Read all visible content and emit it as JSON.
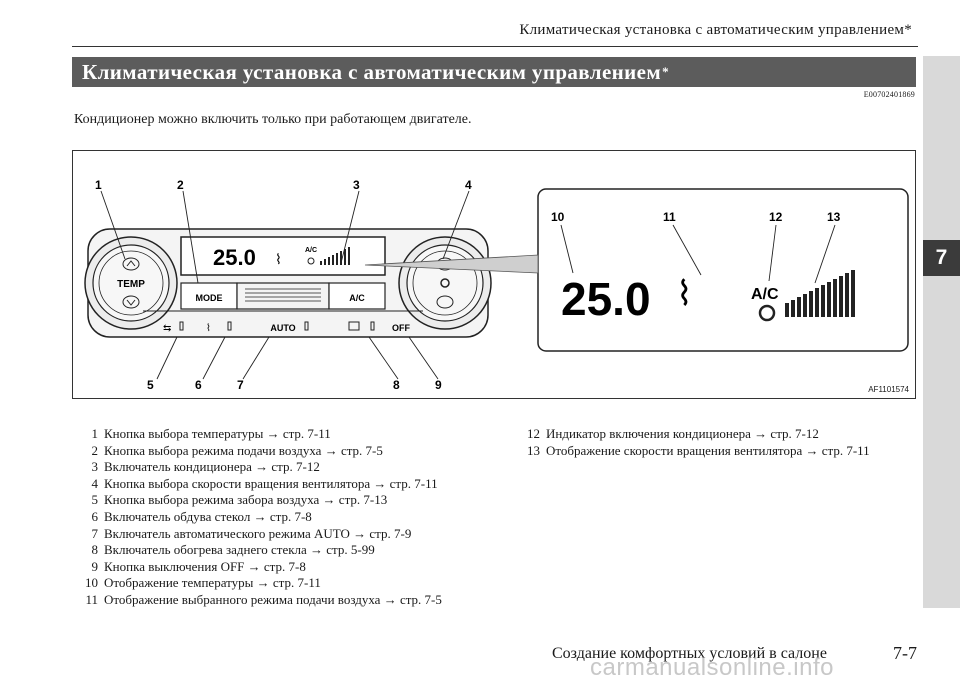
{
  "header": {
    "running_title": "Климатическая установка с автоматическим управлением*",
    "chapter": "7"
  },
  "section": {
    "title": "Климатическая установка с автоматическим управлением",
    "asterisk": "*",
    "code": "E00702401869",
    "intro": "Кондиционер можно включить только при работающем двигателе."
  },
  "figure": {
    "code": "AF1101574",
    "callouts": [
      "1",
      "2",
      "3",
      "4",
      "5",
      "6",
      "7",
      "8",
      "9",
      "10",
      "11",
      "12",
      "13"
    ],
    "panel": {
      "display_temp": "25.0",
      "ac_indicator": "A/C",
      "temp_button": "TEMP",
      "mode_button": "MODE",
      "ac_button": "A/C",
      "auto_button": "AUTO",
      "off_button": "OFF"
    },
    "zoom": {
      "display_temp": "25.0",
      "ac_indicator": "A/C"
    }
  },
  "legend": {
    "left": [
      {
        "num": "1",
        "text": "Кнопка выбора температуры → стр. 7-11"
      },
      {
        "num": "2",
        "text": "Кнопка выбора режима подачи воздуха → стр. 7-5"
      },
      {
        "num": "3",
        "text": "Включатель кондиционера → стр. 7-12"
      },
      {
        "num": "4",
        "text": "Кнопка выбора скорости вращения вентилятора → стр. 7-11"
      },
      {
        "num": "5",
        "text": "Кнопка выбора режима забора воздуха → стр. 7-13"
      },
      {
        "num": "6",
        "text": "Включатель обдува стекол → стр. 7-8"
      },
      {
        "num": "7",
        "text": "Включатель автоматического режима AUTO → стр. 7-9"
      },
      {
        "num": "8",
        "text": "Включатель обогрева заднего стекла → стр. 5-99"
      },
      {
        "num": "9",
        "text": "Кнопка выключения OFF → стр. 7-8"
      },
      {
        "num": "10",
        "text": "Отображение температуры → стр. 7-11"
      },
      {
        "num": "11",
        "text": "Отображение выбранного режима подачи воздуха → стр. 7-5"
      }
    ],
    "right": [
      {
        "num": "12",
        "text": "Индикатор включения кондиционера → стр. 7-12"
      },
      {
        "num": "13",
        "text": "Отображение скорости вращения вентилятора → стр. 7-11"
      }
    ]
  },
  "footer": {
    "title": "Создание комфортных условий в салоне",
    "page": "7-7",
    "watermark": "carmanualsonline.info"
  }
}
